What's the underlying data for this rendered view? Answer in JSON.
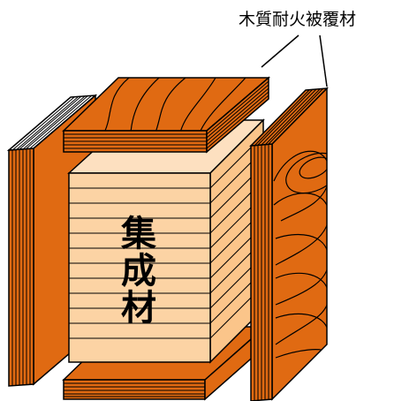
{
  "labels": {
    "wood_fireproof_cover": "木質耐火被覆材",
    "glulam_chars": [
      "集",
      "成",
      "材"
    ]
  },
  "colors": {
    "cover_wood": "#e06a12",
    "cover_wood_dark": "#b44f0a",
    "core_light": "#fcd3a4",
    "core_side": "#fbc58a",
    "outline": "#000000"
  }
}
